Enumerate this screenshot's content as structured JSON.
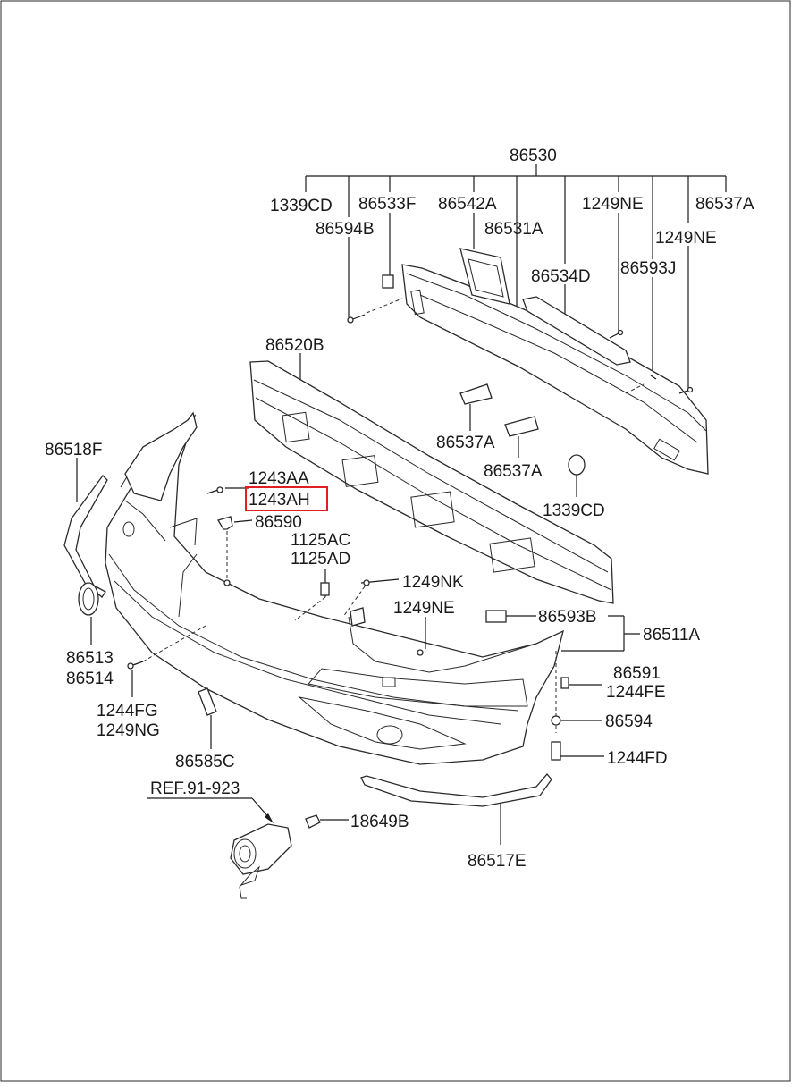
{
  "diagram": {
    "labels": {
      "p86530": "86530",
      "p1339CD_top": "1339CD",
      "p86533F": "86533F",
      "p86542A": "86542A",
      "p1249NE_top": "1249NE",
      "p86537A_top": "86537A",
      "p86594B": "86594B",
      "p86531A": "86531A",
      "p1249NE_right": "1249NE",
      "p86593J": "86593J",
      "p86534D": "86534D",
      "p86520B": "86520B",
      "p86518F": "86518F",
      "p1243AA": "1243AA",
      "p1243AH": "1243AH",
      "p86590": "86590",
      "p86537A_mid1": "86537A",
      "p86537A_mid2": "86537A",
      "p1339CD_mid": "1339CD",
      "p1125AC": "1125AC",
      "p1125AD": "1125AD",
      "p1249NK": "1249NK",
      "p1249NE_mid": "1249NE",
      "p86593B": "86593B",
      "p86511A": "86511A",
      "p86513": "86513",
      "p86514": "86514",
      "p86591": "86591",
      "p1244FE": "1244FE",
      "p1244FG": "1244FG",
      "p1249NG": "1249NG",
      "p86594": "86594",
      "p1244FD": "1244FD",
      "p86585C": "86585C",
      "pREF": "REF.91-923",
      "p18649B": "18649B",
      "p86517E": "86517E"
    },
    "highlight_color": "#e02020",
    "line_color": "#1a1a1a"
  }
}
